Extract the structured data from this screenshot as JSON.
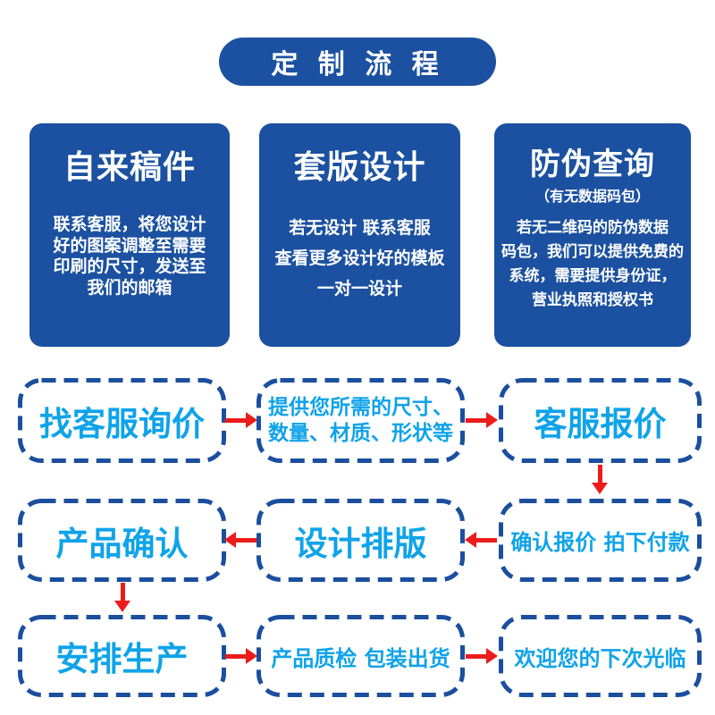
{
  "colors": {
    "dark_blue": "#1b51a0",
    "dash_blue": "#1b4f9e",
    "light_blue": "#0fa3e9",
    "arrow_red": "#ec1c1c",
    "background": "#ffffff",
    "card_text": "#ffffff"
  },
  "banner": {
    "title": "定 制 流 程"
  },
  "info_cards": [
    {
      "title": "自来稿件",
      "subtitle": "",
      "body": "联系客服，将您设计\n好的图案调整至需要\n印刷的尺寸，发送至\n我们的邮箱"
    },
    {
      "title": "套版设计",
      "subtitle": "",
      "body": "若无设计 联系客服\n查看更多设计好的模板\n一对一设计"
    },
    {
      "title": "防伪查询",
      "subtitle": "（有无数据码包）",
      "body": "若无二维码的防伪数据\n码包，我们可以提供免费的\n系统，需要提供身份证，\n营业执照和授权书"
    }
  ],
  "flow": {
    "row1": {
      "col1": "找客服询价",
      "col2": "提供您所需的尺寸、\n数量、材质、形状等",
      "col3": "客服报价"
    },
    "row2": {
      "col1": "产品确认",
      "col2": "设计排版",
      "col3": "确认报价 拍下付款"
    },
    "row3": {
      "col1": "安排生产",
      "col2": "产品质检 包装出货",
      "col3": "欢迎您的下次光临"
    }
  }
}
